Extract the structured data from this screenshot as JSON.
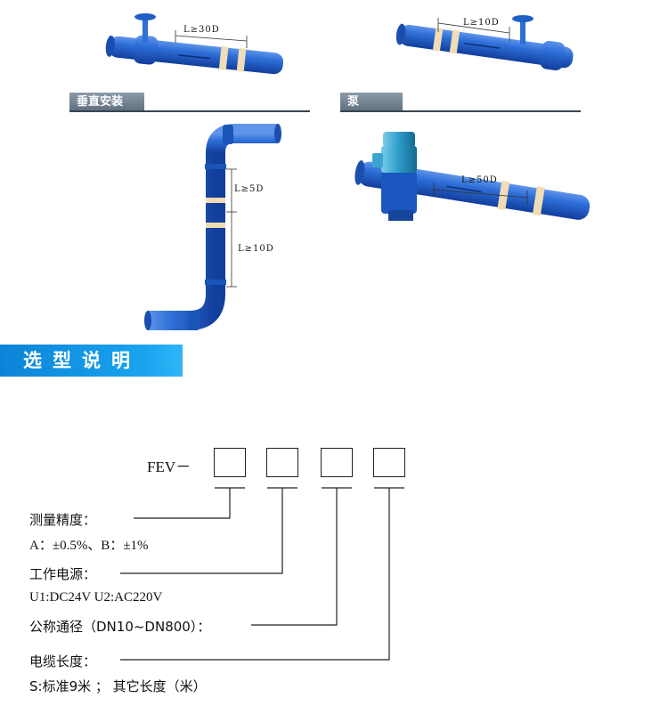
{
  "installations": {
    "valve_downstream": {
      "dimension": "L≥30D"
    },
    "valve_upstream": {
      "dimension": "L≥10D"
    },
    "vertical": {
      "heading": "垂直安装",
      "dimension_upper": "L≥5D",
      "dimension_lower": "L≥10D"
    },
    "pump": {
      "heading": "泵",
      "dimension": "L≥50D"
    }
  },
  "selection": {
    "banner": "选型说明",
    "prefix": "FEV－",
    "code_boxes": [
      "",
      "",
      "",
      ""
    ],
    "items": [
      {
        "label": "测量精度：",
        "options": "A：±0.5%、B：±1%"
      },
      {
        "label": "工作电源：",
        "options": "U1:DC24V  U2:AC220V"
      },
      {
        "label": "公称通径（DN10~DN800）：",
        "options": ""
      },
      {
        "label": "电缆长度：",
        "options": "S:标准9米 ；  其它长度（米）"
      }
    ]
  },
  "colors": {
    "pipe": "#1f5fc6",
    "banner": "#1597e5",
    "accent": "#f0ddb6"
  }
}
